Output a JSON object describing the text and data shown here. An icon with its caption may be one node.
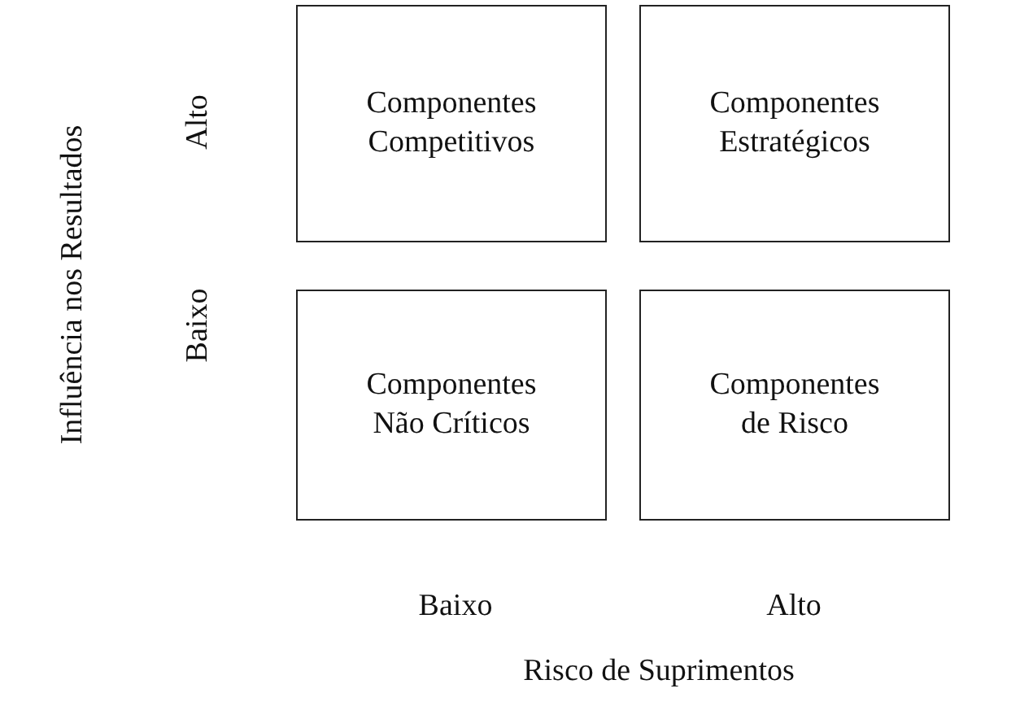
{
  "diagram": {
    "nodes": [
      {
        "text": [
          "Componentes Competitivos"
        ]
      },
      {
        "text": [
          "Componentes Estratégicos"
        ]
      },
      {
        "text": [
          "Componentes Não Críticos"
        ]
      },
      {
        "text": [
          "Componentes de Risco"
        ]
      }
    ],
    "labels": [
      "Influência nos Resultados",
      "Alto",
      "Baixo",
      "Baixo",
      "Alto",
      "Risco de Suprimentos"
    ]
  }
}
